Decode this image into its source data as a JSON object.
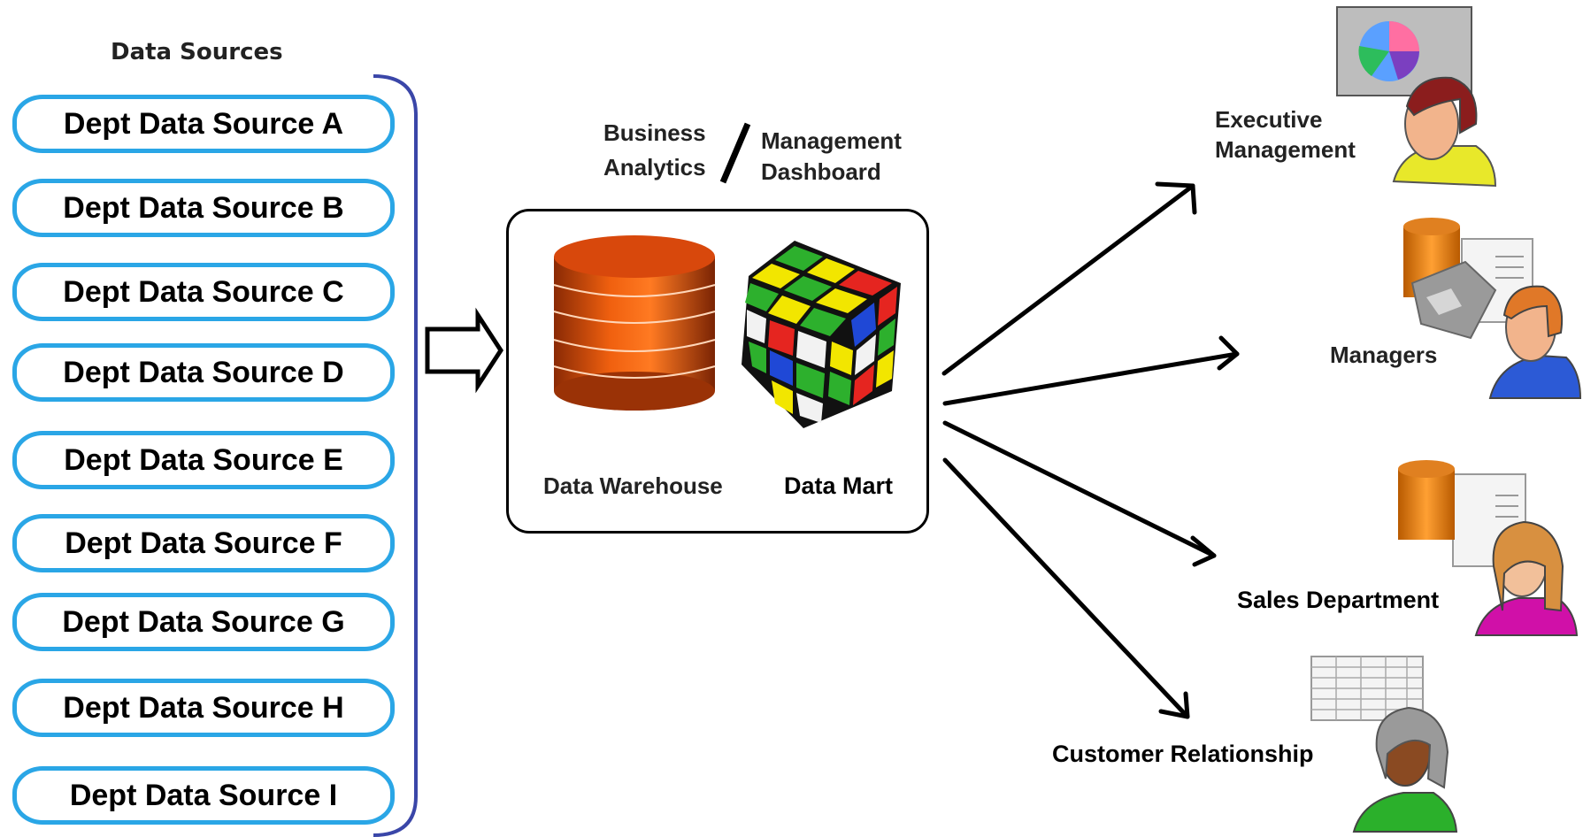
{
  "sources": {
    "title": "Data Sources",
    "items": [
      "Dept Data Source A",
      "Dept Data Source B",
      "Dept Data Source C",
      "Dept Data Source D",
      "Dept Data Source E",
      "Dept Data Source F",
      "Dept Data Source G",
      "Dept Data Source H",
      "Dept Data Source I"
    ]
  },
  "header": {
    "left_line1": "Business",
    "left_line2": "Analytics",
    "right_line1": "Management",
    "right_line2": "Dashboard"
  },
  "center": {
    "warehouse_label": "Data Warehouse",
    "mart_label": "Data Mart"
  },
  "consumers": {
    "executive_line1": "Executive",
    "executive_line2": "Management",
    "managers": "Managers",
    "sales": "Sales Department",
    "customer": "Customer Relationship"
  },
  "colors": {
    "source_border": "#2aa6e6",
    "bracket": "#3a46a8",
    "cylinder": "#e8500f"
  }
}
